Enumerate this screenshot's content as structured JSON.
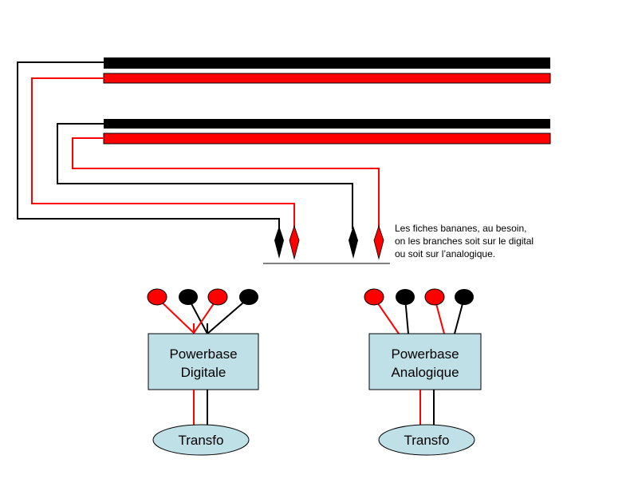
{
  "note": {
    "lines": [
      "Les fiches bananes, au besoin,",
      "on les branches soit sur le digital",
      "ou soit sur l’analogique."
    ]
  },
  "powerbase_digital": {
    "line1": "Powerbase",
    "line2": "Digitale"
  },
  "powerbase_analog": {
    "line1": "Powerbase",
    "line2": "Analogique"
  },
  "transfo_label": "Transfo",
  "colors": {
    "red": "#ff0000",
    "black": "#000000",
    "box_fill": "#c0e0e8",
    "ellipse_fill": "#c0e0e8"
  }
}
